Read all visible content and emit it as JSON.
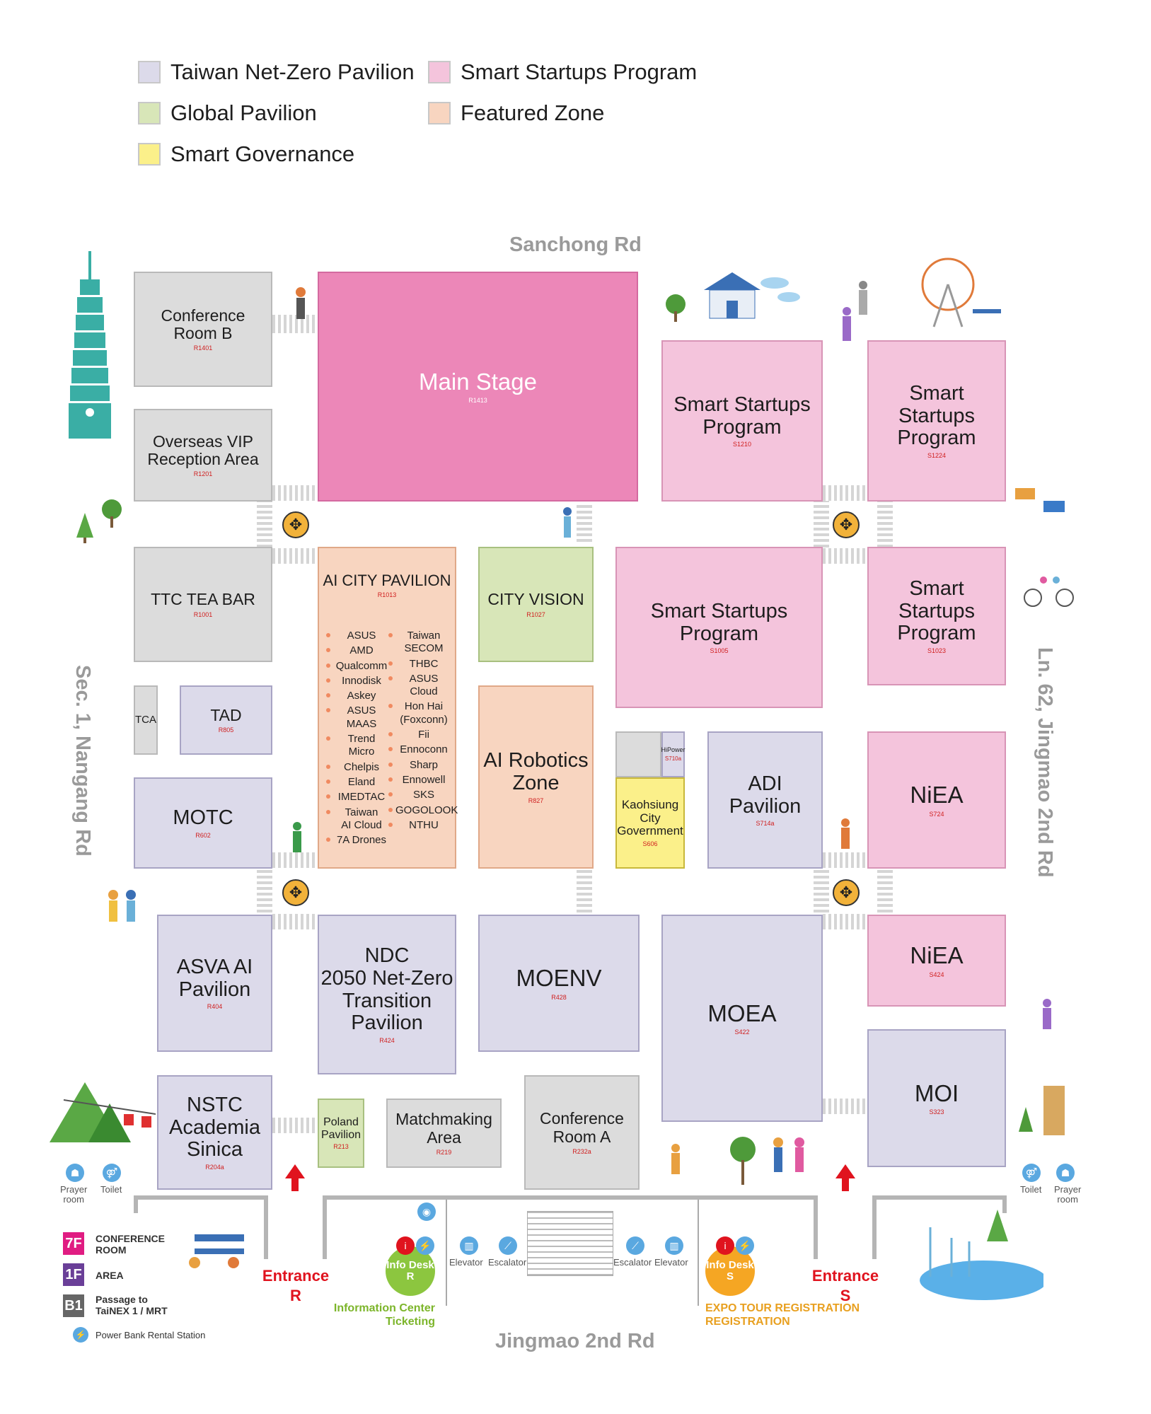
{
  "legend": [
    {
      "label": "Taiwan Net-Zero Pavilion",
      "color": "#dcdaea"
    },
    {
      "label": "Smart Startups Program",
      "color": "#f4c4dc"
    },
    {
      "label": "Global Pavilion",
      "color": "#d8e6b8"
    },
    {
      "label": "Featured Zone",
      "color": "#f8d5c0"
    },
    {
      "label": "Smart Governance",
      "color": "#fbf08a"
    }
  ],
  "roads": {
    "north": "Sanchong Rd",
    "south": "Jingmao 2nd Rd",
    "west": "Sec. 1, Nangang Rd",
    "east": "Ln. 62, Jingmao 2nd Rd"
  },
  "rooms": {
    "conf_b": {
      "name": "Conference\nRoom B",
      "code": "R1401"
    },
    "overseas": {
      "name": "Overseas VIP\nReception Area",
      "code": "R1201"
    },
    "main_stage": {
      "name": "Main Stage",
      "code": "R1413"
    },
    "ss_s1210": {
      "name": "Smart Startups\nProgram",
      "code": "S1210"
    },
    "ss_s1224": {
      "name": "Smart\nStartups\nProgram",
      "code": "S1224"
    },
    "ttc": {
      "name": "TTC TEA BAR",
      "code": "R1001"
    },
    "ai_city": {
      "name": "AI CITY PAVILION",
      "code": "R1013"
    },
    "city_vision": {
      "name": "CITY VISION",
      "code": "R1027"
    },
    "ss_s1005": {
      "name": "Smart Startups\nProgram",
      "code": "S1005"
    },
    "ss_s1023": {
      "name": "Smart\nStartups\nProgram",
      "code": "S1023"
    },
    "tca": {
      "name": "TCA"
    },
    "tad": {
      "name": "TAD",
      "code": "R805"
    },
    "ai_robotics": {
      "name": "AI Robotics\nZone",
      "code": "R827"
    },
    "hipower": {
      "name": "HiPower",
      "code": "S710a"
    },
    "kaohsiung": {
      "name": "Kaohsiung\nCity\nGovernment",
      "code": "S606"
    },
    "adi": {
      "name": "ADI\nPavilion",
      "code": "S714a"
    },
    "niea_s724": {
      "name": "NiEA",
      "code": "S724"
    },
    "motc": {
      "name": "MOTC",
      "code": "R602"
    },
    "asva": {
      "name": "ASVA AI\nPavilion",
      "code": "R404"
    },
    "ndc": {
      "name": "NDC\n2050 Net-Zero\nTransition\nPavilion",
      "code": "R424"
    },
    "moenv": {
      "name": "MOENV",
      "code": "R428"
    },
    "moea": {
      "name": "MOEA",
      "code": "S422"
    },
    "niea_s424": {
      "name": "NiEA",
      "code": "S424"
    },
    "moi": {
      "name": "MOI",
      "code": "S323"
    },
    "nstc": {
      "name": "NSTC\nAcademia\nSinica",
      "code": "R204a"
    },
    "poland": {
      "name": "Poland\nPavilion",
      "code": "R213"
    },
    "matchmaking": {
      "name": "Matchmaking\nArea",
      "code": "R219"
    },
    "conf_a": {
      "name": "Conference\nRoom A",
      "code": "R232a"
    }
  },
  "ai_city_exhibitors": {
    "left": [
      "ASUS",
      "AMD",
      "Qualcomm",
      "Innodisk",
      "Askey",
      "ASUS\nMAAS",
      "Trend\nMicro",
      "Chelpis",
      "Eland",
      "IMEDTAC",
      "Taiwan\nAI Cloud",
      "7A Drones"
    ],
    "right": [
      "Taiwan\nSECOM",
      "THBC",
      "ASUS\nCloud",
      "Hon Hai\n(Foxconn)",
      "Fii",
      "Ennoconn",
      "Sharp",
      "Ennowell",
      "SKS",
      "GOGOLOOK",
      "NTHU"
    ]
  },
  "entrances": {
    "r": "Entrance\nR",
    "s": "Entrance\nS"
  },
  "facilities": {
    "prayer_left": "Prayer\nroom",
    "toilet_left": "Toilet",
    "toilet_right": "Toilet",
    "prayer_right": "Prayer\nroom",
    "elevator_l": "Elevator",
    "escalator_l": "Escalator",
    "escalator_r": "Escalator",
    "elevator_r": "Elevator"
  },
  "info_desks": {
    "r": {
      "title": "Info Desk",
      "letter": "R",
      "caption": "Information Center\nTicketing",
      "color": "#8cc63f"
    },
    "s": {
      "title": "Info Desk",
      "letter": "S",
      "caption": "EXPO TOUR REGISTRATION\nREGISTRATION",
      "color": "#f5a623"
    }
  },
  "floor_key": [
    {
      "tag": "7F",
      "label": "CONFERENCE\nROOM",
      "color": "#e01c82"
    },
    {
      "tag": "1F",
      "label": "AREA",
      "color": "#6a3f98"
    },
    {
      "tag": "B1",
      "label": "Passage to\nTaiNEX 1 / MRT",
      "color": "#666666"
    }
  ],
  "power_bank": "Power Bank Rental Station"
}
